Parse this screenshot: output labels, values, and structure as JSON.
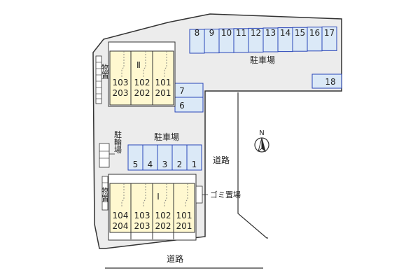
{
  "map": {
    "upper_parking": {
      "label": "駐車場",
      "spaces": [
        "8",
        "9",
        "10",
        "11",
        "12",
        "13",
        "14",
        "15",
        "16",
        "17"
      ],
      "extra_space": "18",
      "side_spaces": [
        "7",
        "6"
      ]
    },
    "lower_parking": {
      "label": "駐車場",
      "spaces": [
        "5",
        "4",
        "3",
        "2",
        "1"
      ]
    },
    "building_2": {
      "name": "Ⅱ",
      "units": [
        {
          "first": "103",
          "second": "203"
        },
        {
          "first": "102",
          "second": "202"
        },
        {
          "first": "101",
          "second": "201"
        }
      ]
    },
    "building_1": {
      "name": "Ⅰ",
      "units": [
        {
          "first": "104",
          "second": "204"
        },
        {
          "first": "103",
          "second": "203"
        },
        {
          "first": "102",
          "second": "202"
        },
        {
          "first": "101",
          "second": "201"
        }
      ]
    },
    "storage_upper": "物置",
    "storage_lower": "物置",
    "bicycle_parking": "駐輪場",
    "garbage": "ゴミ置場",
    "road_right": "道路",
    "road_bottom": "道路",
    "north": "N",
    "colors": {
      "parking_fill": "#dbe9f7",
      "parking_stroke": "#2a46b8",
      "building_fill": "#fff8d0",
      "site_fill": "#ececec",
      "line": "#333333"
    }
  }
}
